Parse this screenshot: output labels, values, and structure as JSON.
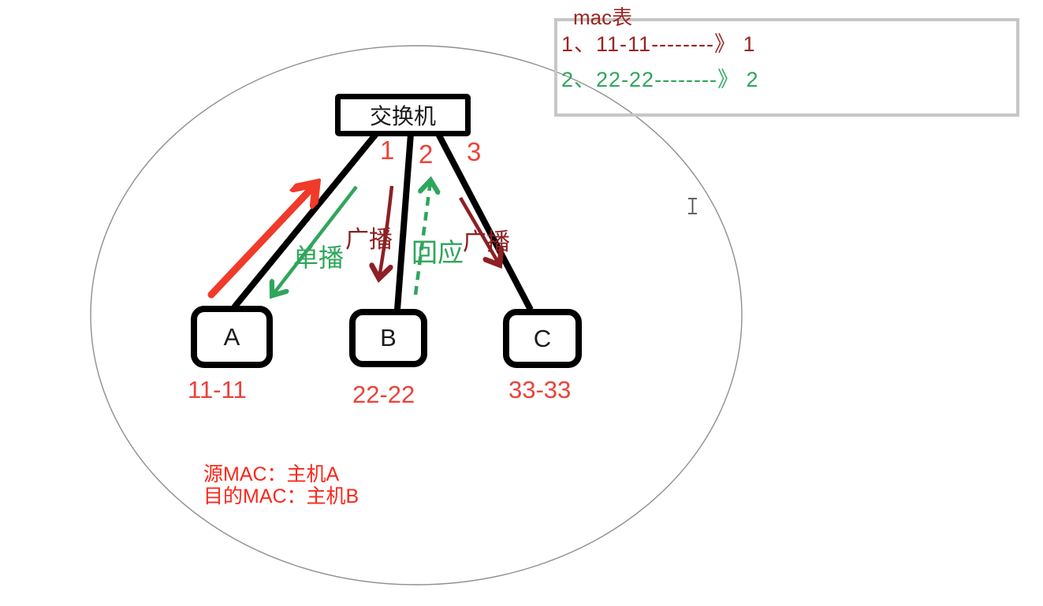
{
  "colors": {
    "bright_red": "#f03a2a",
    "dark_red": "#8c2024",
    "green": "#2fa65c",
    "red_text": "#ea423b",
    "port_red": "#f04236",
    "note_red": "#f9281b",
    "table_title_red": "#9b2723",
    "table_border_gray": "#c6c6c6",
    "ellipse_gray": "#8f8f8f",
    "black": "#000000"
  },
  "mac_table": {
    "title": "mac表",
    "rows": [
      "1、11-11--------》 1",
      "2、22-22--------》 2"
    ]
  },
  "switch": {
    "label": "交换机",
    "ports": [
      "1",
      "2",
      "3"
    ]
  },
  "hosts": [
    {
      "name": "A",
      "mac": "11-11"
    },
    {
      "name": "B",
      "mac": "22-22"
    },
    {
      "name": "C",
      "mac": "33-33"
    }
  ],
  "arrows": {
    "unicast_label": "单播",
    "broadcast_left_label": "广播",
    "response_label": "回应",
    "broadcast_right_label": "广播"
  },
  "notes": {
    "line1": "源MAC：主机A",
    "line2": "目的MAC：主机B"
  }
}
